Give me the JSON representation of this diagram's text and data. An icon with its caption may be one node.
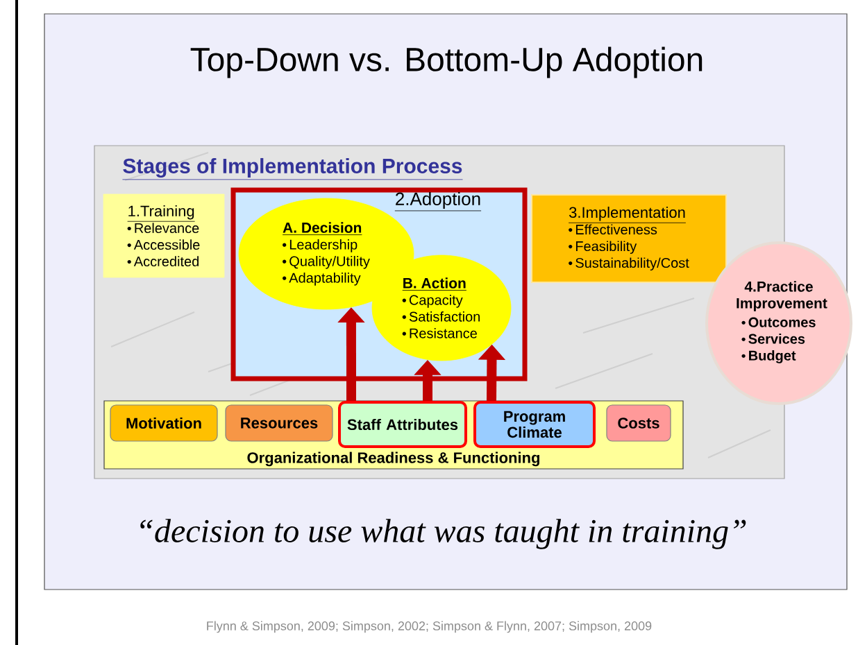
{
  "diagram": {
    "title": "Top-Down vs. Bottom-Up Adoption",
    "nodes": [
      {
        "text": [
          "1.Training",
          "Relevance",
          "Accessible",
          "Accredited"
        ]
      },
      {
        "text": [
          "2.Adoption"
        ]
      },
      {
        "text": [
          "A. Decision",
          "Leadership",
          "Quality/Utility",
          "Adaptability"
        ],
        "in": 1
      },
      {
        "text": [
          "B. Action",
          "Capacity",
          "Satisfaction",
          "Resistance"
        ],
        "in": 1
      },
      {
        "text": [
          "3.Implementation",
          "Effectiveness",
          "Feasibility",
          "Sustainability/Cost"
        ]
      },
      {
        "text": [
          "4.Practice Improvement",
          "Outcomes",
          "Services",
          "Budget"
        ]
      },
      {
        "text": [
          "Organizational Readiness & Functioning"
        ]
      },
      {
        "text": [
          "Motivation"
        ],
        "in": 6
      },
      {
        "text": [
          "Resources"
        ],
        "in": 6
      },
      {
        "text": [
          "Staff Attributes"
        ],
        "in": 6
      },
      {
        "text": [
          "Program Climate"
        ],
        "in": 6
      },
      {
        "text": [
          "Costs"
        ],
        "in": 6
      }
    ],
    "edges": [
      {
        "from": 9,
        "to": 2,
        "arrow": "to"
      },
      {
        "from": 9,
        "to": 3,
        "arrow": "to"
      },
      {
        "from": 10,
        "to": 3,
        "arrow": "to"
      }
    ],
    "labels": [
      "Stages of Implementation Process",
      "“decision to use what was taught in training”",
      "Flynn & Simpson, 2009; Simpson, 2002; Simpson & Flynn, 2007; Simpson, 2009"
    ]
  }
}
